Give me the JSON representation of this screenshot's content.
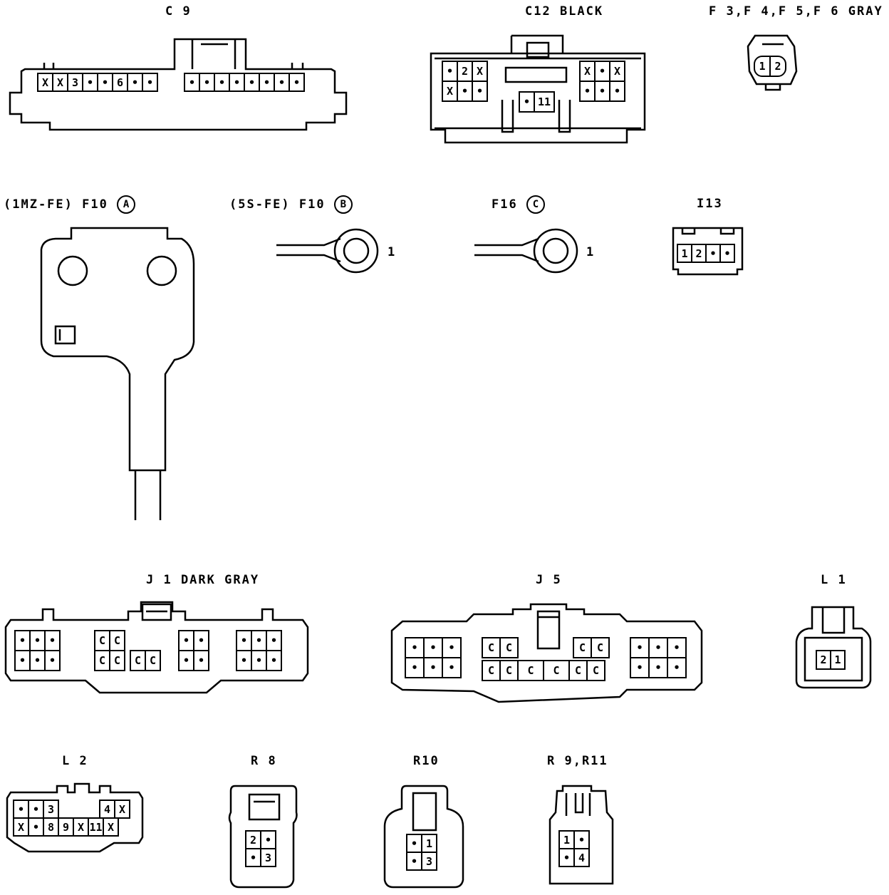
{
  "labels": {
    "c9": "C 9",
    "c12": "C12 BLACK",
    "f3f6": "F 3,F 4,F 5,F 6 GRAY",
    "f10a_prefix": "(1MZ-FE) F10",
    "f10a_circle": "A",
    "f10b_prefix": "(5S-FE) F10",
    "f10b_circle": "B",
    "f16_prefix": "F16",
    "f16_circle": "C",
    "i13": "I13",
    "j1": "J 1 DARK GRAY",
    "j5": "J 5",
    "l1": "L 1",
    "l2": "L 2",
    "r8": "R 8",
    "r10": "R10",
    "r9r11": "R 9,R11"
  },
  "terminal_labels": {
    "f10b": "1",
    "f16": "1"
  },
  "connectors": {
    "c9": {
      "left": [
        "X",
        "X",
        "3",
        "•",
        "•",
        "6",
        "•",
        "•"
      ],
      "right": [
        "•",
        "•",
        "•",
        "•",
        "•",
        "•",
        "•",
        "•"
      ]
    },
    "c12": {
      "left_rows": [
        [
          "•",
          "2",
          "X"
        ],
        [
          "X",
          "•",
          "•"
        ]
      ],
      "center": [
        "•",
        "11"
      ],
      "right_rows": [
        [
          "X",
          "•",
          "X"
        ],
        [
          "•",
          "•",
          "•"
        ]
      ]
    },
    "f3": [
      "1",
      "2"
    ],
    "i13": [
      "1",
      "2",
      "•",
      "•"
    ],
    "j1": {
      "g1": [
        [
          "•",
          "•",
          "•"
        ],
        [
          "•",
          "•",
          "•"
        ]
      ],
      "g2_top": [
        "C",
        "C"
      ],
      "g2_bottom": [
        "C",
        "C",
        "C",
        "C"
      ],
      "g3": [
        [
          "•",
          "•"
        ],
        [
          "•",
          "•"
        ]
      ],
      "g4": [
        [
          "•",
          "•",
          "•"
        ],
        [
          "•",
          "•",
          "•"
        ]
      ]
    },
    "j5": {
      "g1": [
        [
          "•",
          "•",
          "•"
        ],
        [
          "•",
          "•",
          "•"
        ]
      ],
      "g2_top_l": [
        "C",
        "C"
      ],
      "g2_top_r": [
        "C",
        "C"
      ],
      "g2_bottom": [
        "C",
        "C",
        "C",
        "C",
        "C",
        "C"
      ],
      "g3": [
        [
          "•",
          "•",
          "•"
        ],
        [
          "•",
          "•",
          "•"
        ]
      ]
    },
    "l1": [
      "2",
      "1"
    ],
    "l2": {
      "top_l": [
        "•",
        "•",
        "3"
      ],
      "top_r": [
        "4",
        "X"
      ],
      "bottom": [
        "X",
        "•",
        "8",
        "9",
        "X",
        "11",
        "X"
      ]
    },
    "r8": [
      [
        "2",
        "•"
      ],
      [
        "•",
        "3"
      ]
    ],
    "r10": [
      [
        "•",
        "1"
      ],
      [
        "•",
        "3"
      ]
    ],
    "r9r11": [
      [
        "1",
        "•"
      ],
      [
        "•",
        "4"
      ]
    ]
  }
}
